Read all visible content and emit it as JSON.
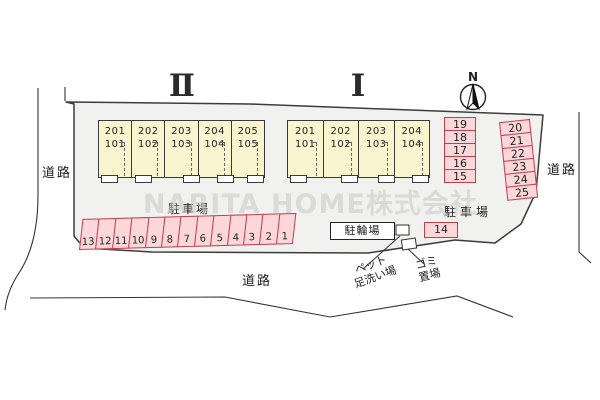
{
  "watermark": "NARITA HOME株式会社",
  "compass": {
    "label": "N"
  },
  "roads": {
    "left": "道路",
    "right": "道路",
    "bottom": "道路"
  },
  "buildings": [
    {
      "label": "Ⅱ",
      "units": [
        {
          "upper": "201",
          "lower": "101"
        },
        {
          "upper": "202",
          "lower": "102"
        },
        {
          "upper": "203",
          "lower": "103"
        },
        {
          "upper": "204",
          "lower": "104"
        },
        {
          "upper": "205",
          "lower": "105"
        }
      ]
    },
    {
      "label": "Ⅰ",
      "units": [
        {
          "upper": "201",
          "lower": "101"
        },
        {
          "upper": "202",
          "lower": "102"
        },
        {
          "upper": "203",
          "lower": "103"
        },
        {
          "upper": "204",
          "lower": "104"
        }
      ]
    }
  ],
  "parking": {
    "label_main": "駐車場",
    "label_right": "駐車場",
    "row_bottom": [
      "13",
      "12",
      "11",
      "10",
      "9",
      "8",
      "7",
      "6",
      "5",
      "4",
      "3",
      "2",
      "1"
    ],
    "col_inner": [
      "19",
      "18",
      "17",
      "16",
      "15"
    ],
    "col_outer": [
      "20",
      "21",
      "22",
      "23",
      "24",
      "25"
    ],
    "space_14": "14"
  },
  "bicycle": {
    "label": "駐輪場"
  },
  "pet_wash": {
    "line1": "ペット",
    "line2": "足洗い場"
  },
  "garbage": {
    "line1": "ゴミ",
    "line2": "置場"
  },
  "colors": {
    "site_fill": "#f1f1ef",
    "building_fill": "#faf5cf",
    "parking_fill": "#fbd7da",
    "parking_border": "#c0404a",
    "outline": "#3c3c3c",
    "watermark": "#c9c9c9"
  }
}
